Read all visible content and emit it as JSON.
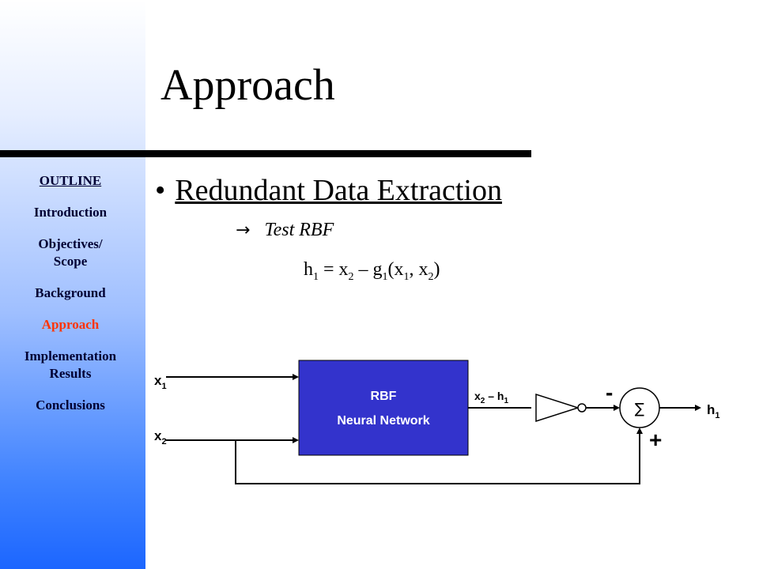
{
  "sidebar": {
    "items": [
      {
        "label": "OUTLINE",
        "lines": [
          "OUTLINE"
        ]
      },
      {
        "label": "Introduction",
        "lines": [
          "Introduction"
        ]
      },
      {
        "label": "Objectives/ Scope",
        "lines": [
          "Objectives/",
          "Scope"
        ]
      },
      {
        "label": "Background",
        "lines": [
          "Background"
        ]
      },
      {
        "label": "Approach",
        "lines": [
          "Approach"
        ]
      },
      {
        "label": "Implementation Results",
        "lines": [
          "Implementation",
          "Results"
        ]
      },
      {
        "label": "Conclusions",
        "lines": [
          "Conclusions"
        ]
      }
    ],
    "active": "Approach",
    "active_color": "#ff3300"
  },
  "slide": {
    "title": "Approach",
    "bullet": "Redundant Data Extraction",
    "bullet_glyph": "•",
    "sub_arrow": "→",
    "sub_bullet": "Test RBF",
    "equation": {
      "h": "h",
      "h_sub": "1",
      "eq": " = ",
      "x2": "x",
      "x2_sub": "2",
      "minus": " – ",
      "g": "g",
      "g_sub": "1",
      "open": "(",
      "x1": "x",
      "x1_sub": "1",
      "comma": ", ",
      "x2b": "x",
      "x2b_sub": "2",
      "close": ")"
    }
  },
  "diagram": {
    "box_color": "#3333cc",
    "box_line1": "RBF",
    "box_line2": "Neural Network",
    "input1": "x",
    "input1_sub": "1",
    "input2": "x",
    "input2_sub": "2",
    "mid": "x",
    "mid_sub": "2",
    "mid_dash": " – h",
    "mid_dash_sub": "1",
    "sum_symbol": "∑",
    "minus_sign": "-",
    "plus_sign": "+",
    "output": "h",
    "output_sub": "1"
  }
}
